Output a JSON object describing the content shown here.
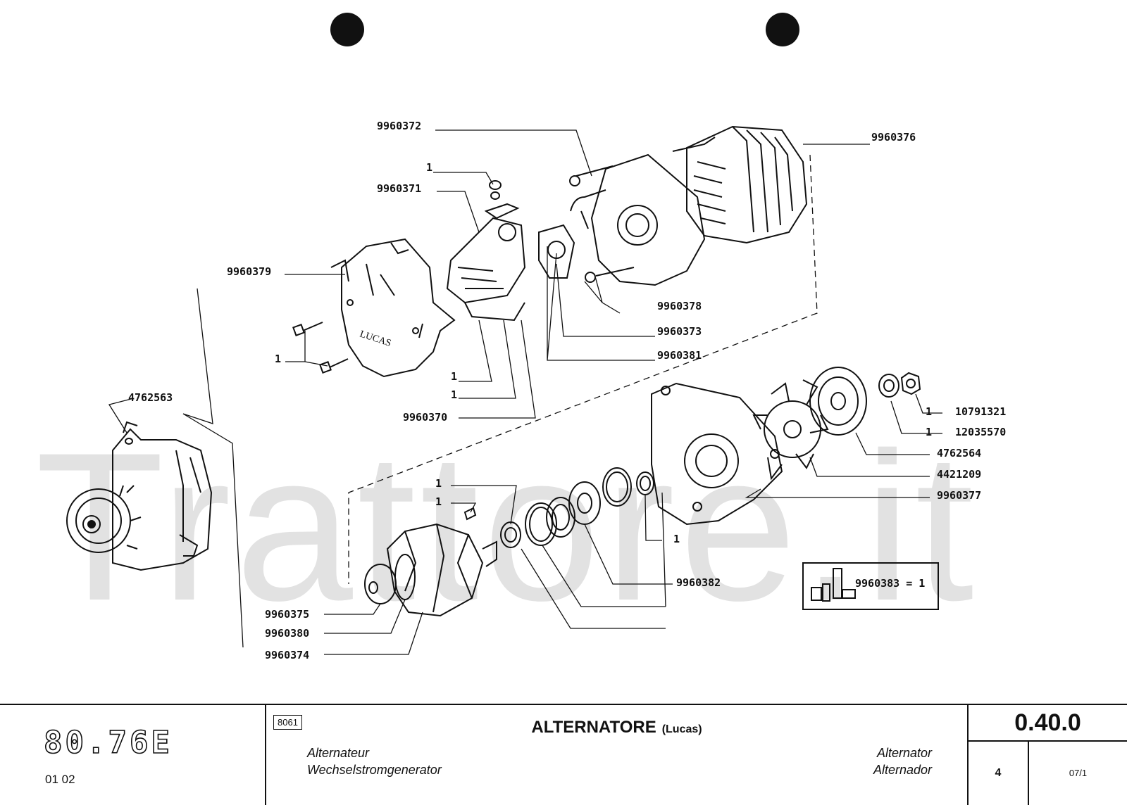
{
  "watermark": "Trattore.it",
  "diagram": {
    "callouts": [
      {
        "id": "c1",
        "text": "9960372"
      },
      {
        "id": "c2",
        "text": "1"
      },
      {
        "id": "c3",
        "text": "9960371"
      },
      {
        "id": "c4",
        "text": "9960379"
      },
      {
        "id": "c5",
        "text": "1"
      },
      {
        "id": "c6",
        "text": "9960376"
      },
      {
        "id": "c7",
        "text": "9960378"
      },
      {
        "id": "c8",
        "text": "9960373"
      },
      {
        "id": "c9",
        "text": "9960381"
      },
      {
        "id": "c10",
        "text": "1"
      },
      {
        "id": "c11",
        "text": "1"
      },
      {
        "id": "c12",
        "text": "9960370"
      },
      {
        "id": "c13",
        "text": "4762563"
      },
      {
        "id": "c14",
        "text": "1"
      },
      {
        "id": "c15",
        "text": "10791321"
      },
      {
        "id": "c16",
        "text": "1"
      },
      {
        "id": "c17",
        "text": "12035570"
      },
      {
        "id": "c18",
        "text": "4762564"
      },
      {
        "id": "c19",
        "text": "4421209"
      },
      {
        "id": "c20",
        "text": "9960377"
      },
      {
        "id": "c21",
        "text": "1"
      },
      {
        "id": "c22",
        "text": "1"
      },
      {
        "id": "c23",
        "text": "1"
      },
      {
        "id": "c24",
        "text": "9960382"
      },
      {
        "id": "c25",
        "text": "9960383 = 1"
      },
      {
        "id": "c26",
        "text": "9960375"
      },
      {
        "id": "c27",
        "text": "9960380"
      },
      {
        "id": "c28",
        "text": "9960374"
      }
    ],
    "cover_brand": "LUCAS"
  },
  "title_block": {
    "model": "80.76E",
    "model_sub": "01   02",
    "section_code": "8061",
    "title": "ALTERNATORE",
    "title_brand": "(Lucas)",
    "lang_fr": "Alternateur",
    "lang_de": "Wechselstromgenerator",
    "lang_en": "Alternator",
    "lang_es": "Alternador",
    "ref_code": "0.40.0",
    "page": "4",
    "revision": "07/1"
  }
}
